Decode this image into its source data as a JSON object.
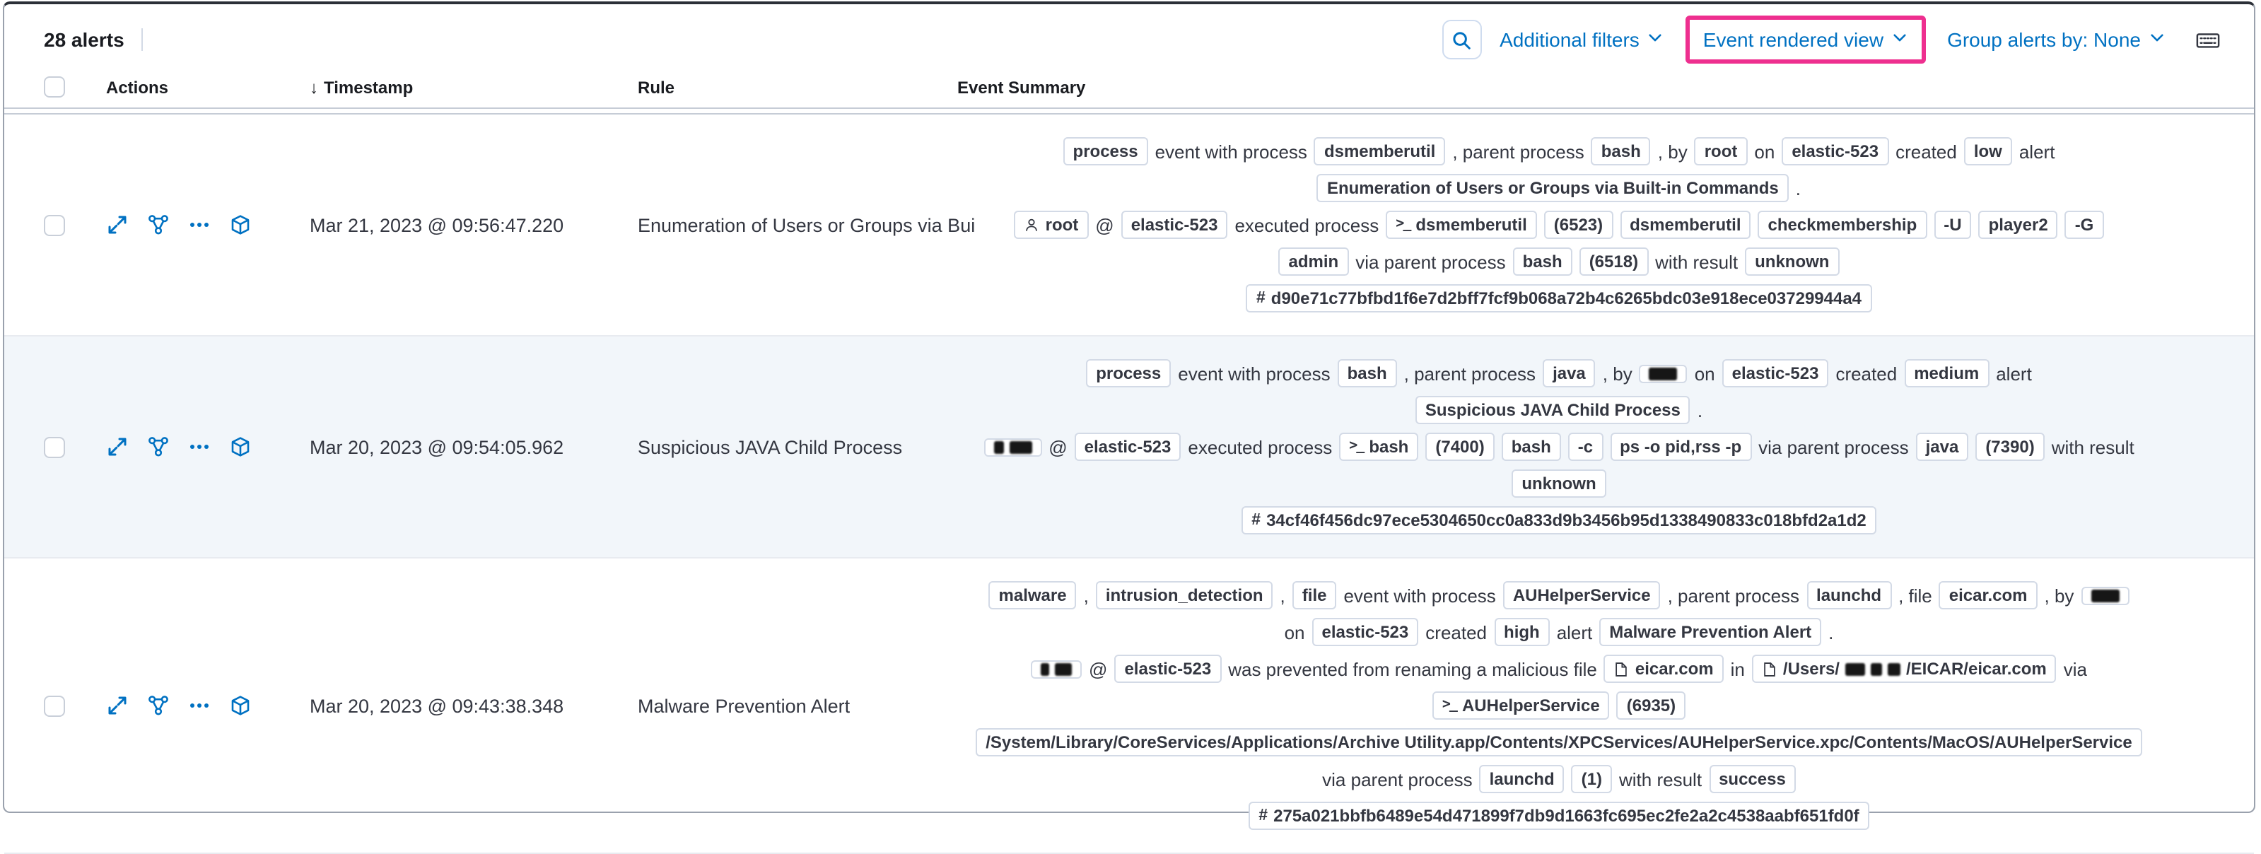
{
  "colors": {
    "link_blue": "#0071c2",
    "highlight_pink": "#ee2f8f",
    "striped_row": "#f2f6fa",
    "badge_border": "#d3dae6"
  },
  "toolbar": {
    "alert_count": "28 alerts",
    "additional_filters_label": "Additional filters",
    "view_selector_label": "Event rendered view",
    "group_alerts_label": "Group alerts by: None"
  },
  "table": {
    "sort_indicator": "↓",
    "headers": {
      "actions": "Actions",
      "timestamp": "Timestamp",
      "rule": "Rule",
      "summary": "Event Summary"
    }
  },
  "rows": [
    {
      "timestamp": "Mar 21, 2023 @ 09:56:47.220",
      "rule": "Enumeration of Users or Groups via Bui",
      "lines": [
        [
          {
            "badge": [
              "process"
            ]
          },
          {
            "text": "event with process"
          },
          {
            "badge": [
              "dsmemberutil"
            ]
          },
          {
            "text": ", parent process"
          },
          {
            "badge": [
              "bash"
            ]
          },
          {
            "text": ", by"
          },
          {
            "badge": [
              "root"
            ]
          },
          {
            "text": "on"
          },
          {
            "badge": [
              "elastic-523"
            ]
          },
          {
            "text": "created"
          },
          {
            "badge": [
              "low"
            ]
          },
          {
            "text": "alert"
          }
        ],
        [
          {
            "badge": [
              "Enumeration of Users or Groups via Built-in Commands"
            ]
          },
          {
            "text": "."
          }
        ],
        [
          {
            "badge": [
              "root"
            ],
            "icon": "user"
          },
          {
            "text": "@"
          },
          {
            "badge": [
              "elastic-523"
            ]
          },
          {
            "text": "executed process"
          },
          {
            "badge": [
              "dsmemberutil"
            ],
            "icon": "terminal"
          },
          {
            "badge": [
              "(6523)"
            ]
          },
          {
            "badge": [
              "dsmemberutil"
            ]
          },
          {
            "badge": [
              "checkmembership"
            ]
          },
          {
            "badge": [
              "-U"
            ]
          },
          {
            "badge": [
              "player2"
            ]
          },
          {
            "badge": [
              "-G"
            ]
          }
        ],
        [
          {
            "badge": [
              "admin"
            ]
          },
          {
            "text": "via parent process"
          },
          {
            "badge": [
              "bash"
            ]
          },
          {
            "badge": [
              "(6518)"
            ]
          },
          {
            "text": "with result"
          },
          {
            "badge": [
              "unknown"
            ]
          }
        ],
        [
          {
            "badge": [
              "d90e71c77bfbd1f6e7d2bff7fcf9b068a72b4c6265bdc03e918ece03729944a4"
            ],
            "icon": "hash"
          }
        ]
      ]
    },
    {
      "timestamp": "Mar 20, 2023 @ 09:54:05.962",
      "rule": "Suspicious JAVA Child Process",
      "lines": [
        [
          {
            "badge": [
              "process"
            ]
          },
          {
            "text": "event with process"
          },
          {
            "badge": [
              "bash"
            ]
          },
          {
            "text": ", parent process"
          },
          {
            "badge": [
              "java"
            ]
          },
          {
            "text": ", by"
          },
          {
            "badge": [
              {
                "redact": 20
              }
            ]
          },
          {
            "text": "on"
          },
          {
            "badge": [
              "elastic-523"
            ]
          },
          {
            "text": "created"
          },
          {
            "badge": [
              "medium"
            ]
          },
          {
            "text": "alert"
          }
        ],
        [
          {
            "badge": [
              "Suspicious JAVA Child Process"
            ]
          },
          {
            "text": "."
          }
        ],
        [
          {
            "badge": [
              {
                "redact": 7
              },
              {
                "redact": 16
              }
            ]
          },
          {
            "text": "@"
          },
          {
            "badge": [
              "elastic-523"
            ]
          },
          {
            "text": "executed process"
          },
          {
            "badge": [
              "bash"
            ],
            "icon": "terminal"
          },
          {
            "badge": [
              "(7400)"
            ]
          },
          {
            "badge": [
              "bash"
            ]
          },
          {
            "badge": [
              "-c"
            ]
          },
          {
            "badge": [
              "ps -o pid,rss -p"
            ]
          },
          {
            "text": "via parent process"
          },
          {
            "badge": [
              "java"
            ]
          },
          {
            "badge": [
              "(7390)"
            ]
          },
          {
            "text": "with result"
          }
        ],
        [
          {
            "badge": [
              "unknown"
            ]
          }
        ],
        [
          {
            "badge": [
              "34cf46f456dc97ece5304650cc0a833d9b3456b95d1338490833c018bfd2a1d2"
            ],
            "icon": "hash"
          }
        ]
      ]
    },
    {
      "timestamp": "Mar 20, 2023 @ 09:43:38.348",
      "rule": "Malware Prevention Alert",
      "lines": [
        [
          {
            "badge": [
              "malware"
            ]
          },
          {
            "text": ","
          },
          {
            "badge": [
              "intrusion_detection"
            ]
          },
          {
            "text": ","
          },
          {
            "badge": [
              "file"
            ]
          },
          {
            "text": "event with process"
          },
          {
            "badge": [
              "AUHelperService"
            ]
          },
          {
            "text": ", parent process"
          },
          {
            "badge": [
              "launchd"
            ]
          },
          {
            "text": ", file"
          },
          {
            "badge": [
              "eicar.com"
            ]
          },
          {
            "text": ", by"
          },
          {
            "badge": [
              {
                "redact": 20
              }
            ]
          }
        ],
        [
          {
            "text": "on"
          },
          {
            "badge": [
              "elastic-523"
            ]
          },
          {
            "text": "created"
          },
          {
            "badge": [
              "high"
            ]
          },
          {
            "text": "alert"
          },
          {
            "badge": [
              "Malware Prevention Alert"
            ]
          },
          {
            "text": "."
          }
        ],
        [
          {
            "badge": [
              {
                "redact": 6
              },
              {
                "redact": 12
              }
            ]
          },
          {
            "text": "@"
          },
          {
            "badge": [
              "elastic-523"
            ]
          },
          {
            "text": "was prevented from renaming a malicious file"
          },
          {
            "badge": [
              "eicar.com"
            ],
            "icon": "file"
          },
          {
            "text": "in"
          },
          {
            "badge": [
              "/Users/",
              {
                "redact": 14
              },
              {
                "redact": 8
              },
              {
                "redact": 9
              },
              "/EICAR/eicar.com"
            ],
            "icon": "file"
          },
          {
            "text": "via"
          }
        ],
        [
          {
            "badge": [
              "AUHelperService"
            ],
            "icon": "terminal"
          },
          {
            "badge": [
              "(6935)"
            ]
          }
        ],
        [
          {
            "badge": [
              "/System/Library/CoreServices/Applications/Archive Utility.app/Contents/XPCServices/AUHelperService.xpc/Contents/MacOS/AUHelperService"
            ]
          }
        ],
        [
          {
            "text": "via parent process"
          },
          {
            "badge": [
              "launchd"
            ]
          },
          {
            "badge": [
              "(1)"
            ]
          },
          {
            "text": "with result"
          },
          {
            "badge": [
              "success"
            ]
          }
        ],
        [
          {
            "badge": [
              "275a021bbfb6489e54d471899f7db9d1663fc695ec2fe2a2c4538aabf651fd0f"
            ],
            "icon": "hash"
          }
        ]
      ]
    }
  ]
}
